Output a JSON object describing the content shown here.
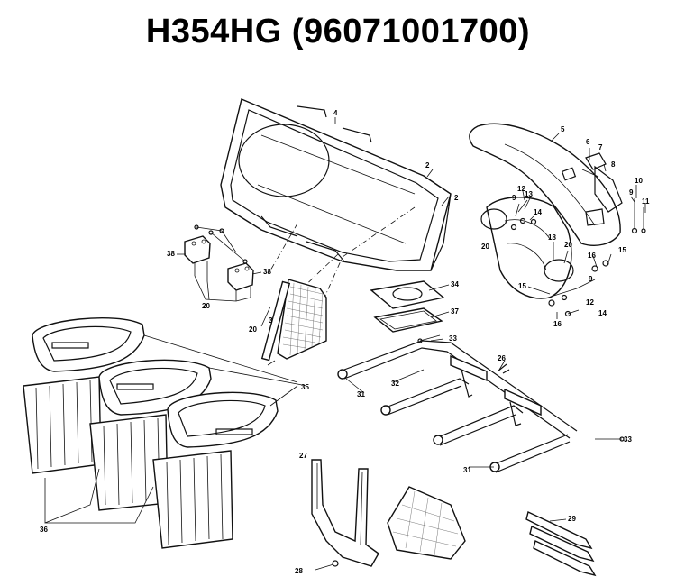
{
  "title": "H354HG (96071001700)",
  "callouts": {
    "c2a": "2",
    "c2b": "2",
    "c3": "3",
    "c4": "4",
    "c5": "5",
    "c6": "6",
    "c7": "7",
    "c8": "8",
    "c9a": "9",
    "c9b": "9",
    "c9c": "9",
    "c10": "10",
    "c11": "11",
    "c12a": "12",
    "c12b": "12",
    "c13": "13",
    "c14a": "14",
    "c14b": "14",
    "c15a": "15",
    "c15b": "15",
    "c16a": "16",
    "c16b": "16",
    "c18": "18",
    "c20a": "20",
    "c20b": "20",
    "c20c": "20",
    "c20d": "20",
    "c26": "26",
    "c27": "27",
    "c28": "28",
    "c29": "29",
    "c31a": "31",
    "c31b": "31",
    "c32": "32",
    "c33a": "33",
    "c33b": "33",
    "c34": "34",
    "c35": "35",
    "c36": "36",
    "c37": "37",
    "c38a": "38",
    "c38b": "38"
  }
}
